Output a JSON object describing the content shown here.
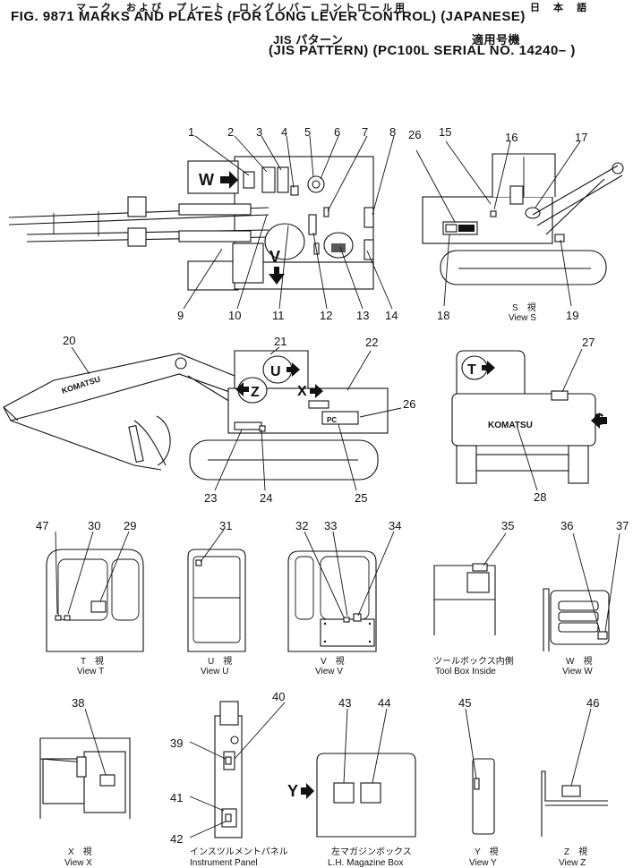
{
  "header": {
    "line0_jp": "マーク　および　プレート　ロングレバー コントロール用",
    "line0_jp_right": "日 本 語",
    "title": "FIG. 9871  MARKS AND PLATES (FOR LONG LEVER CONTROL) (JAPANESE)",
    "subtitle_jp": "JIS パターン",
    "subtitle_jp_right": "適用号機",
    "subtitle": "(JIS PATTERN) (PC100L SERIAL NO. 14240– )"
  },
  "callouts": {
    "c1": "1",
    "c2": "2",
    "c3": "3",
    "c4": "4",
    "c5": "5",
    "c6": "6",
    "c7": "7",
    "c8": "8",
    "c9": "9",
    "c10": "10",
    "c11": "11",
    "c12": "12",
    "c13": "13",
    "c14": "14",
    "c15": "15",
    "c16": "16",
    "c17": "17",
    "c18": "18",
    "c19": "19",
    "c26a": "26",
    "c20": "20",
    "c21": "21",
    "c22": "22",
    "c23": "23",
    "c24": "24",
    "c25": "25",
    "c26": "26",
    "c27": "27",
    "c28": "28",
    "c29": "29",
    "c30": "30",
    "c47": "47",
    "c31": "31",
    "c32": "32",
    "c33": "33",
    "c34": "34",
    "c35": "35",
    "c36": "36",
    "c37": "37",
    "c38": "38",
    "c39": "39",
    "c40": "40",
    "c41": "41",
    "c42": "42",
    "c43": "43",
    "c44": "44",
    "c45": "45",
    "c46": "46"
  },
  "view_letters": {
    "w": "W",
    "v": "V",
    "u": "U",
    "z": "Z",
    "x": "X",
    "t": "T",
    "s": "S",
    "y": "Y"
  },
  "brand": "KOMATSU",
  "captions": {
    "view_s_jp": "S　視",
    "view_s": "View S",
    "view_t_jp": "T　視",
    "view_t": "View T",
    "view_u_jp": "U　視",
    "view_u": "View U",
    "view_v_jp": "V　視",
    "view_v": "View V",
    "toolbox_jp": "ツールボックス内側",
    "toolbox": "Tool Box Inside",
    "view_w_jp": "W　視",
    "view_w": "View W",
    "view_x_jp": "X　視",
    "view_x": "View X",
    "panel_jp": "インスツルメントパネル",
    "panel": "Instrument Panel",
    "magbox_jp": "左マガジンボックス",
    "magbox": "L.H. Magazine Box",
    "view_y_jp": "Y　視",
    "view_y": "View Y",
    "view_z_jp": "Z　視",
    "view_z": "View Z"
  },
  "plate_text": {
    "pc": "PC"
  }
}
